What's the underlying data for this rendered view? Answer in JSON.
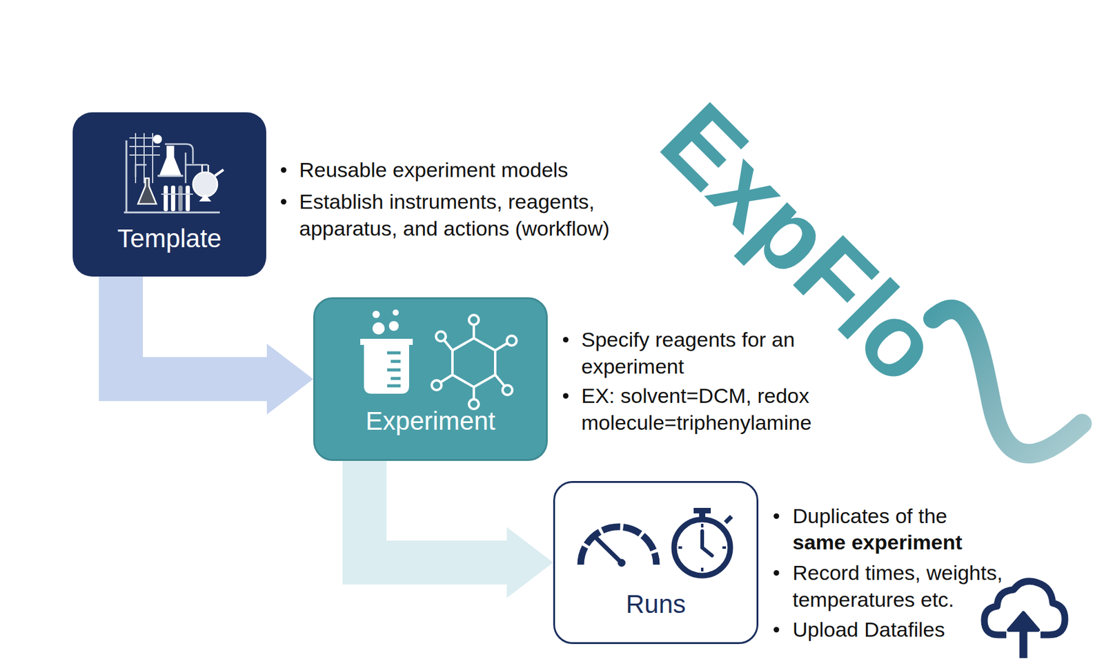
{
  "diagram": {
    "nodes": [
      {
        "text": [
          "Template"
        ]
      },
      {
        "text": [
          "Experiment"
        ]
      },
      {
        "text": [
          "Runs"
        ]
      }
    ],
    "edges": [
      {
        "from": 0,
        "to": 1,
        "arrow": "to"
      },
      {
        "from": 1,
        "to": 2,
        "arrow": "to"
      }
    ],
    "labels": [
      "Reusable experiment models",
      "Establish instruments, reagents, apparatus, and actions (workflow)",
      "Specify reagents for an experiment",
      "EX: solvent=DCM, redox molecule=triphenylamine",
      "Duplicates of the",
      "same experiment",
      "Record times, weights, temperatures etc.",
      "Upload Datafiles",
      "ExpFlo"
    ]
  }
}
